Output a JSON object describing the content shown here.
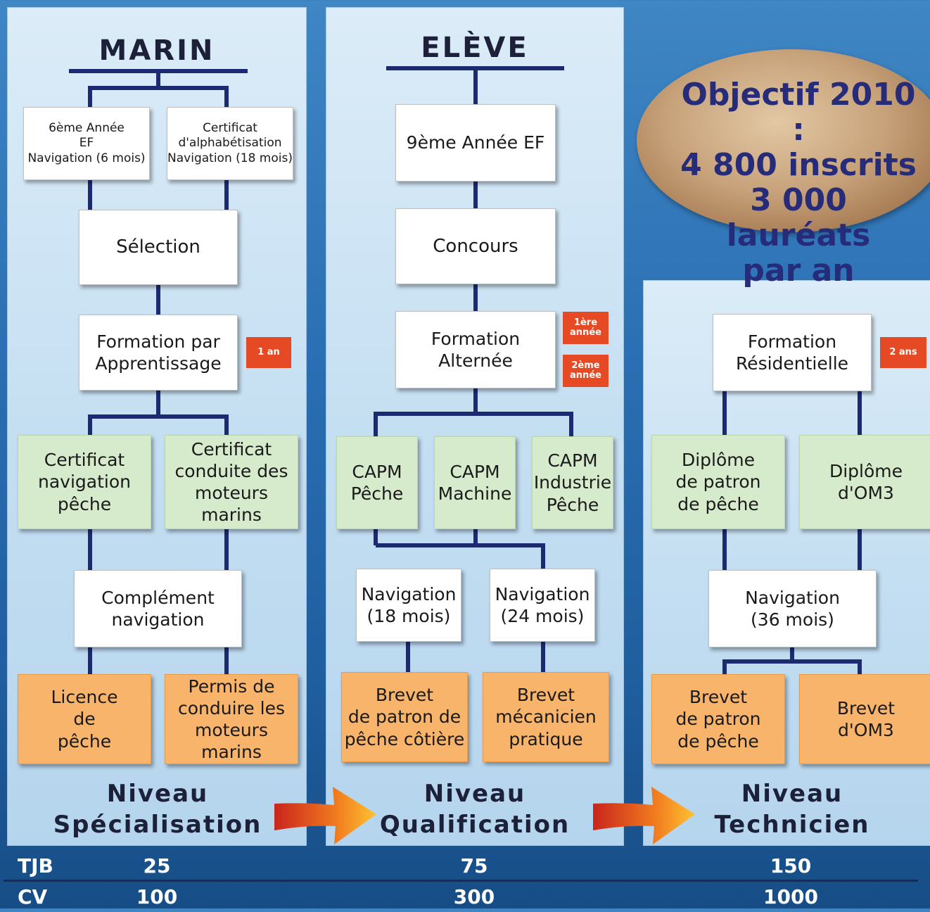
{
  "objectif": {
    "line1": "Objectif 2010 :",
    "line2": "4 800 inscrits",
    "line3": "3 000 lauréats",
    "line4": "par an"
  },
  "columns": {
    "marin": {
      "title": "MARIN",
      "box_6eme": "6ème Année\nEF\nNavigation (6 mois)",
      "box_certif_alpha": "Certificat\nd'alphabétisation\nNavigation (18 mois)",
      "selection": "Sélection",
      "formation": "Formation par\nApprentissage",
      "duration": "1 an",
      "cert_nav": "Certificat\nnavigation\npêche",
      "cert_moteurs": "Certificat\nconduite des\nmoteurs marins",
      "complement": "Complément\nnavigation",
      "licence": "Licence\nde\npêche",
      "permis": "Permis de\nconduire les\nmoteurs marins",
      "level": "Niveau\nSpécialisation"
    },
    "eleve": {
      "title": "ELÈVE",
      "neuvieme": "9ème Année EF",
      "concours": "Concours",
      "formation": "Formation\nAlternée",
      "year1": "1ère\nannée",
      "year2": "2ème\nannée",
      "capm_peche": "CAPM\nPêche",
      "capm_machine": "CAPM\nMachine",
      "capm_industrie": "CAPM\nIndustrie\nPêche",
      "nav18": "Navigation\n(18 mois)",
      "nav24": "Navigation\n(24 mois)",
      "brevet_patron": "Brevet\nde patron de\npêche côtière",
      "brevet_meca": "Brevet\nmécanicien\npratique",
      "level": "Niveau\nQualification"
    },
    "technicien": {
      "formation": "Formation\nRésidentielle",
      "duration": "2 ans",
      "diplome_patron": "Diplôme\nde patron\nde pêche",
      "diplome_om3": "Diplôme\nd'OM3",
      "nav36": "Navigation\n(36 mois)",
      "brevet_patron": "Brevet\nde patron\nde pêche",
      "brevet_om3": "Brevet\nd'OM3",
      "level": "Niveau\nTechnicien"
    }
  },
  "table": {
    "tjb_label": "TJB",
    "cv_label": "CV",
    "tjb": [
      "25",
      "75",
      "150"
    ],
    "cv": [
      "100",
      "300",
      "1000"
    ]
  },
  "colors": {
    "line": "#1c2a72",
    "tag": "#e54a25",
    "green": "#d6ebcc",
    "orange": "#f8b46a"
  }
}
